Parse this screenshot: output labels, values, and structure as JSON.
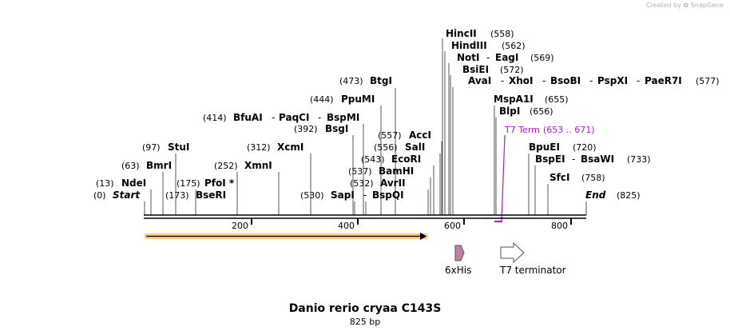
{
  "credit": {
    "prefix": "Created by",
    "brand": "SnapGene"
  },
  "title": "Danio rerio cryaa C143S",
  "subtitle": "825 bp",
  "ruler": {
    "length": 825,
    "ticks": [
      200,
      400,
      600,
      800
    ]
  },
  "sites": [
    {
      "name": "NdeI",
      "pos": "(13)"
    },
    {
      "name": "Start",
      "pos": "(0)"
    },
    {
      "name": "BmrI",
      "pos": "(63)"
    },
    {
      "name": "StuI",
      "pos": "(97)"
    },
    {
      "name": "PfoI *",
      "pos": "(175)"
    },
    {
      "name": "BseRI",
      "pos": "(173)"
    },
    {
      "name": "XmnI",
      "pos": "(252)"
    },
    {
      "name": "XcmI",
      "pos": "(312)"
    },
    {
      "name": "BfuAI",
      "pos": "(414)"
    },
    {
      "name": "PaqCI",
      "pos": ""
    },
    {
      "name": "BspMI",
      "pos": ""
    },
    {
      "name": "BsgI",
      "pos": "(392)"
    },
    {
      "name": "PpuMI",
      "pos": "(444)"
    },
    {
      "name": "BtgI",
      "pos": "(473)"
    },
    {
      "name": "SapI",
      "pos": "(530)"
    },
    {
      "name": "BspQI",
      "pos": ""
    },
    {
      "name": "AvrII",
      "pos": "(532)"
    },
    {
      "name": "BamHI",
      "pos": "(537)"
    },
    {
      "name": "EcoRI",
      "pos": "(543)"
    },
    {
      "name": "SalI",
      "pos": "(556)"
    },
    {
      "name": "AccI",
      "pos": "(557)"
    },
    {
      "name": "HincII",
      "pos": "(558)"
    },
    {
      "name": "HindIII",
      "pos": "(562)"
    },
    {
      "name": "NotI",
      "pos": ""
    },
    {
      "name": "EagI",
      "pos": "(569)"
    },
    {
      "name": "BsiEI",
      "pos": "(572)"
    },
    {
      "name": "AvaI",
      "pos": ""
    },
    {
      "name": "XhoI",
      "pos": ""
    },
    {
      "name": "BsoBI",
      "pos": ""
    },
    {
      "name": "PspXI",
      "pos": ""
    },
    {
      "name": "PaeR7I",
      "pos": "(577)"
    },
    {
      "name": "MspA1I",
      "pos": "(655)"
    },
    {
      "name": "BlpI",
      "pos": "(656)"
    },
    {
      "name": "BpuEI",
      "pos": "(720)"
    },
    {
      "name": "BspEI",
      "pos": ""
    },
    {
      "name": "BsaWI",
      "pos": "(733)"
    },
    {
      "name": "SfcI",
      "pos": "(758)"
    },
    {
      "name": "End",
      "pos": "(825)"
    }
  ],
  "primer": {
    "name": "T7 Term",
    "range": "(653 .. 671)",
    "color": "#a020c0"
  },
  "features": [
    {
      "name": "6xHis",
      "color": "#c47fa0"
    },
    {
      "name": "T7 terminator",
      "color": "#ffffff"
    }
  ],
  "orf": {
    "start": 1,
    "end": 537,
    "color": "#f5a623"
  }
}
